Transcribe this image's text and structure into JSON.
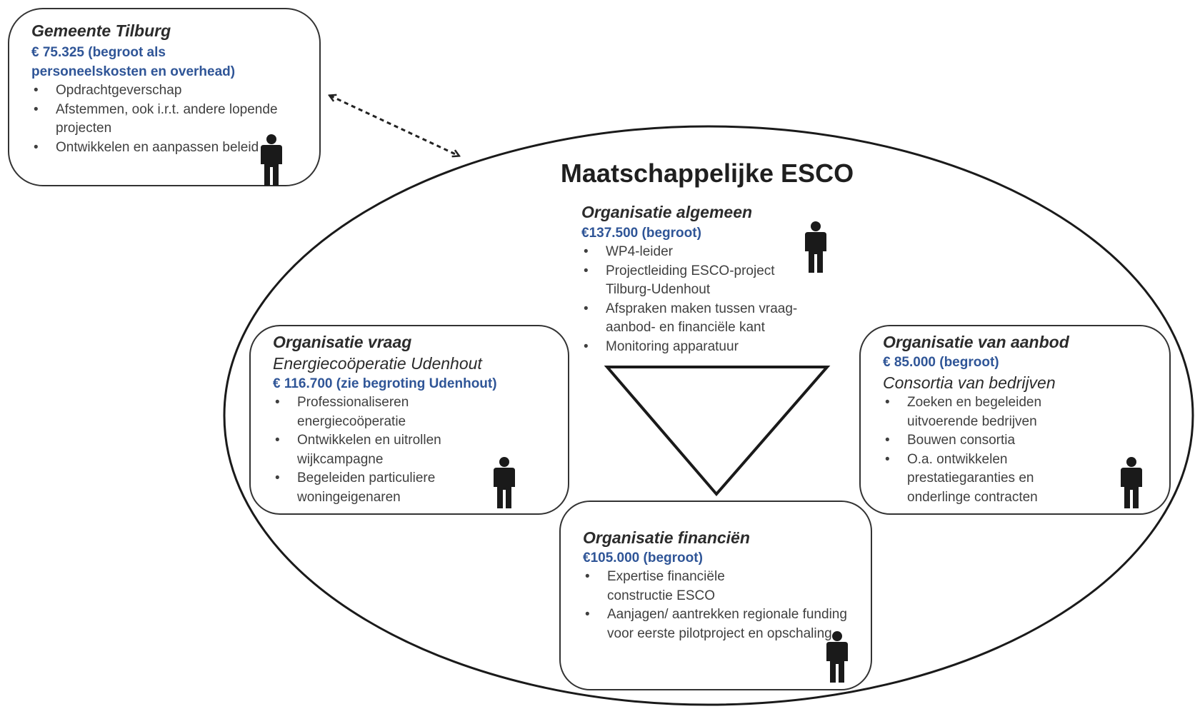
{
  "gemeente": {
    "title": "Gemeente Tilburg",
    "budget": "€ 75.325 (begroot als personeelskosten en overhead)",
    "bullets": [
      "Opdrachtgeverschap",
      "Afstemmen, ook i.r.t.  andere lopende projecten",
      "Ontwikkelen en aanpassen beleid"
    ]
  },
  "esco": {
    "title": "Maatschappelijke ESCO"
  },
  "algemeen": {
    "title": "Organisatie algemeen",
    "budget": "€137.500 (begroot)",
    "bullets": [
      "WP4-leider",
      "Projectleiding ESCO-project Tilburg-Udenhout",
      "Afspraken maken tussen vraag-aanbod- en financiële kant",
      "Monitoring apparatuur"
    ]
  },
  "vraag": {
    "title": "Organisatie vraag",
    "subtitle": "Energiecoöperatie Udenhout",
    "budget": "€ 116.700 (zie begroting Udenhout)",
    "bullets": [
      "Professionaliseren energiecoöperatie",
      "Ontwikkelen en uitrollen wijkcampagne",
      "Begeleiden particuliere woningeigenaren"
    ]
  },
  "aanbod": {
    "title": "Organisatie van aanbod",
    "budget": "€ 85.000 (begroot)",
    "subtitle": "Consortia van bedrijven",
    "bullets": [
      "Zoeken en begeleiden uitvoerende bedrijven",
      "Bouwen consortia",
      "O.a. ontwikkelen prestatiegaranties en onderlinge contracten"
    ]
  },
  "financien": {
    "title": "Organisatie financiën",
    "budget": "€105.000 (begroot)",
    "bullets": [
      "Expertise financiële constructie ESCO",
      "Aanjagen/ aantrekken regionale funding  voor eerste pilotproject en opschaling"
    ]
  },
  "colors": {
    "budget": "#2f5597",
    "text": "#3f3f3f",
    "outline": "#222222",
    "icon": "#1a1a1a"
  },
  "icons": [
    "person-icon",
    "dashed-double-arrow"
  ]
}
